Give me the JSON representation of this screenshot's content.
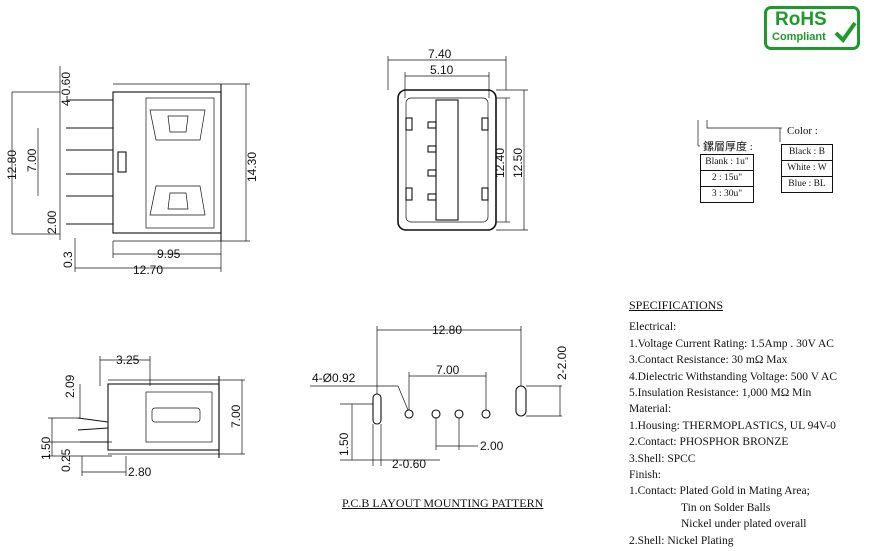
{
  "logo": {
    "line1": "RoHS",
    "line2": "Compliant"
  },
  "top_view_dims": {
    "d1": "4-0.60",
    "d2": "12.80",
    "d3": "7.00",
    "d4": "2.00",
    "d5": "0.3",
    "d6": "9.95",
    "d7": "12.70",
    "d8": "14.30"
  },
  "front_view_dims": {
    "d1": "7.40",
    "d2": "5.10",
    "d3": "12.40",
    "d4": "12.50"
  },
  "side_view_dims": {
    "d1": "3.25",
    "d2": "2.09",
    "d3": "1.50",
    "d4": "0.25",
    "d5": "2.80",
    "d6": "7.00"
  },
  "pcb_dims": {
    "d1": "12.80",
    "d2": "4-Ø0.92",
    "d3": "7.00",
    "d4": "1.50",
    "d5": "2-0.60",
    "d6": "2.00",
    "d7": "2-2.00"
  },
  "pcb_caption": "P.C.B LAYOUT MOUNTING PATTERN",
  "plating": {
    "label": "鏍層厚度 :",
    "options": [
      "Blank : 1u\"",
      "2 : 15u\"",
      "3 : 30u\""
    ]
  },
  "color": {
    "label": "Color :",
    "options": [
      "Black : B",
      "White : W",
      "Blue : BL"
    ]
  },
  "specifications": {
    "title": "SPECIFICATIONS",
    "electrical_heading": "Electrical:",
    "electrical": [
      "1.Voltage Current Rating: 1.5Amp . 30V AC",
      "3.Contact Resistance: 30 mΩ Max",
      "4.Dielectric Withstanding Voltage: 500 V AC",
      "5.Insulation Resistance: 1,000 MΩ Min"
    ],
    "material_heading": "Material:",
    "material": [
      "1.Housing: THERMOPLASTICS, UL 94V-0",
      "2.Contact: PHOSPHOR BRONZE",
      "3.Shell: SPCC"
    ],
    "finish_heading": "Finish:",
    "finish_contact": "1.Contact: Plated Gold in Mating Area;",
    "finish_contact_2": "Tin on Solder Balls",
    "finish_contact_3": "Nickel under plated overall",
    "finish_shell": "2.Shell: Nickel Plating"
  }
}
